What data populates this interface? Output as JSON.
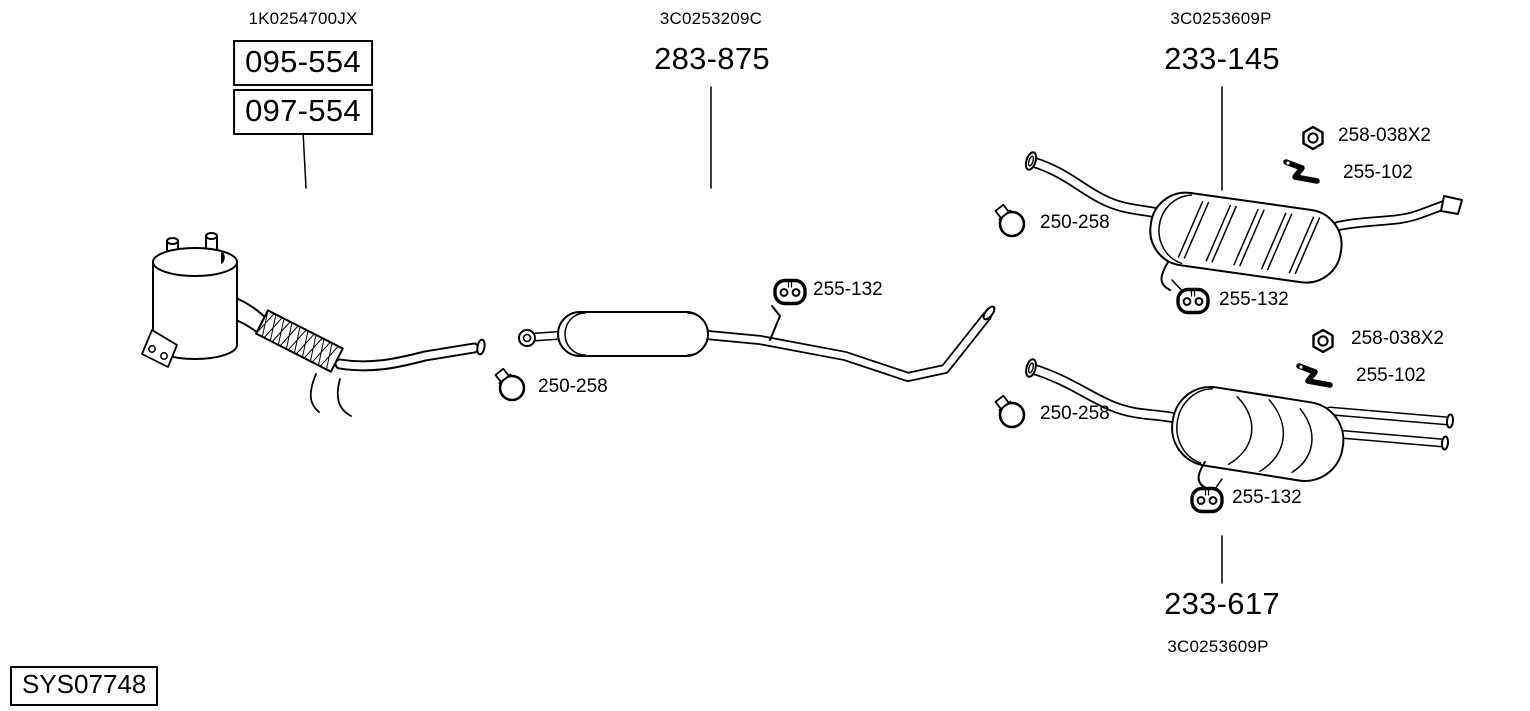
{
  "diagram": {
    "system_id": "SYS07748",
    "colors": {
      "ink": "#000000",
      "background": "#ffffff"
    },
    "icons": {
      "clamp": "pipe-clamp-ring-with-bolt",
      "rubber_mount": "rubber-hanger-grommet-two-holes",
      "nut": "hex-nut",
      "bracket": "bent-hanger-strap"
    },
    "groups": {
      "catalyst": {
        "oem": "1K0254700JX",
        "part_numbers": [
          "095-554",
          "097-554"
        ]
      },
      "center": {
        "oem": "3C0253209C",
        "part": "283-875",
        "mount": "255-132",
        "clamp": "250-258"
      },
      "rear_top": {
        "oem": "3C0253609P",
        "part": "233-145",
        "nut": "258-038X2",
        "bracket": "255-102",
        "clamp": "250-258",
        "mount": "255-132"
      },
      "rear_bottom": {
        "part": "233-617",
        "oem": "3C0253609P",
        "nut": "258-038X2",
        "bracket": "255-102",
        "clamp": "250-258",
        "mount": "255-132"
      }
    }
  }
}
